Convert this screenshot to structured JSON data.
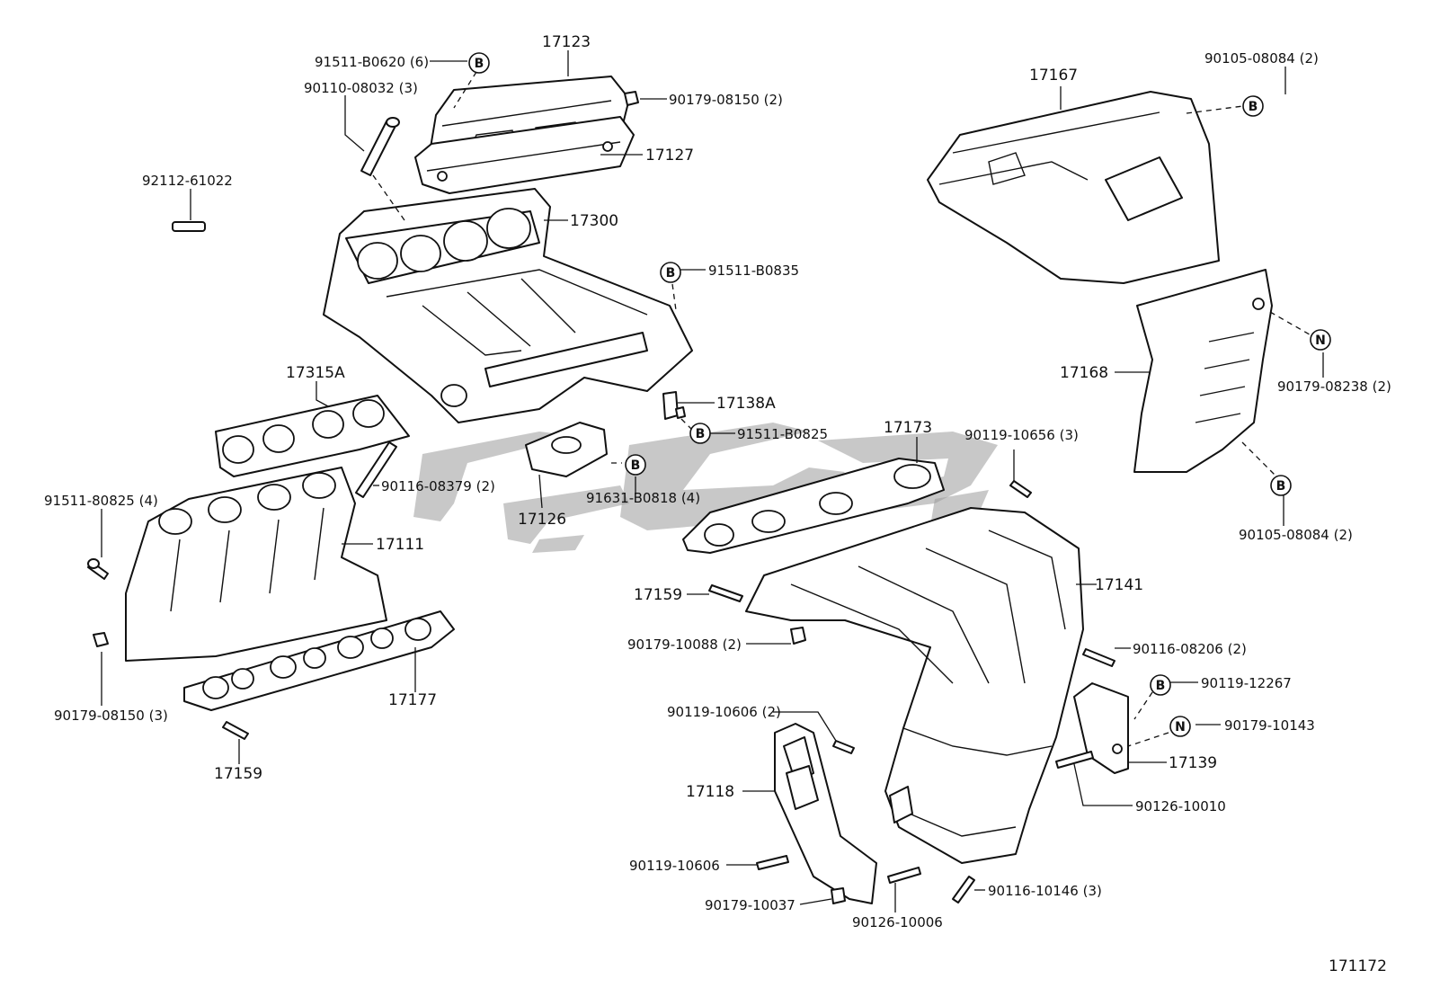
{
  "diagram_code": "171172",
  "symbols": {
    "b": "B",
    "n": "N"
  },
  "labels": {
    "p17123": "17123",
    "p91511_B0620": "91511-B0620 (6)",
    "p90110_08032": "90110-08032 (3)",
    "p90179_08150_2": "90179-08150 (2)",
    "p17127": "17127",
    "p92112_61022": "92112-61022",
    "p17300": "17300",
    "p91511_B0835": "91511-B0835",
    "p17315A": "17315A",
    "p17138A": "17138A",
    "p91511_B0825": "91511-B0825",
    "p90116_08379": "90116-08379 (2)",
    "p91511_80825": "91511-80825 (4)",
    "p17111": "17111",
    "p17126": "17126",
    "p91631_B0818": "91631-B0818 (4)",
    "p90179_08150_3": "90179-08150 (3)",
    "p17177": "17177",
    "p17159_left": "17159",
    "p17167": "17167",
    "p90105_08084_top": "90105-08084 (2)",
    "p17168": "17168",
    "p90179_08238": "90179-08238 (2)",
    "p90105_08084_bottom": "90105-08084 (2)",
    "p17173": "17173",
    "p90119_10656": "90119-10656 (3)",
    "p17159_right": "17159",
    "p17141": "17141",
    "p90179_10088": "90179-10088 (2)",
    "p90116_08206": "90116-08206 (2)",
    "p90119_12267": "90119-12267",
    "p90179_10143": "90179-10143",
    "p90119_10606_top": "90119-10606 (2)",
    "p17139": "17139",
    "p17118": "17118",
    "p90126_10010": "90126-10010",
    "p90119_10606_bottom": "90119-10606",
    "p90179_10037": "90179-10037",
    "p90126_10006": "90126-10006",
    "p90116_10146": "90116-10146 (3)"
  }
}
